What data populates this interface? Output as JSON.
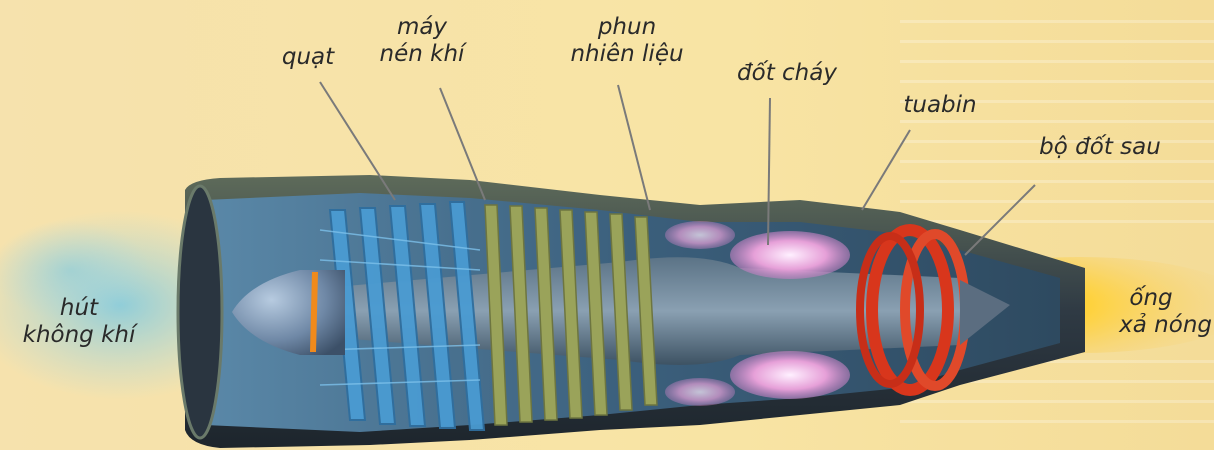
{
  "labels": {
    "fan": "quạt",
    "compressor_line1": "máy",
    "compressor_line2": "nén khí",
    "fuel_line1": "phun",
    "fuel_line2": "nhiên liệu",
    "combustion": "đốt cháy",
    "turbine": "tuabin",
    "afterburner": "bộ đốt sau",
    "intake_line1": "hút",
    "intake_line2": "không khí",
    "exhaust_line1": "ống",
    "exhaust_line2": "xả nóng"
  },
  "colors": {
    "background": "#f7e2a6",
    "casing": "#3a4550",
    "fan_blades": "#4a9bd2",
    "compressor_blades": "#9aa35a",
    "combustion_glow": "#e6a0d8",
    "turbine": "#d8361c",
    "exhaust_flame": "#ffd23a",
    "intake_mist": "#8fd3e8"
  }
}
